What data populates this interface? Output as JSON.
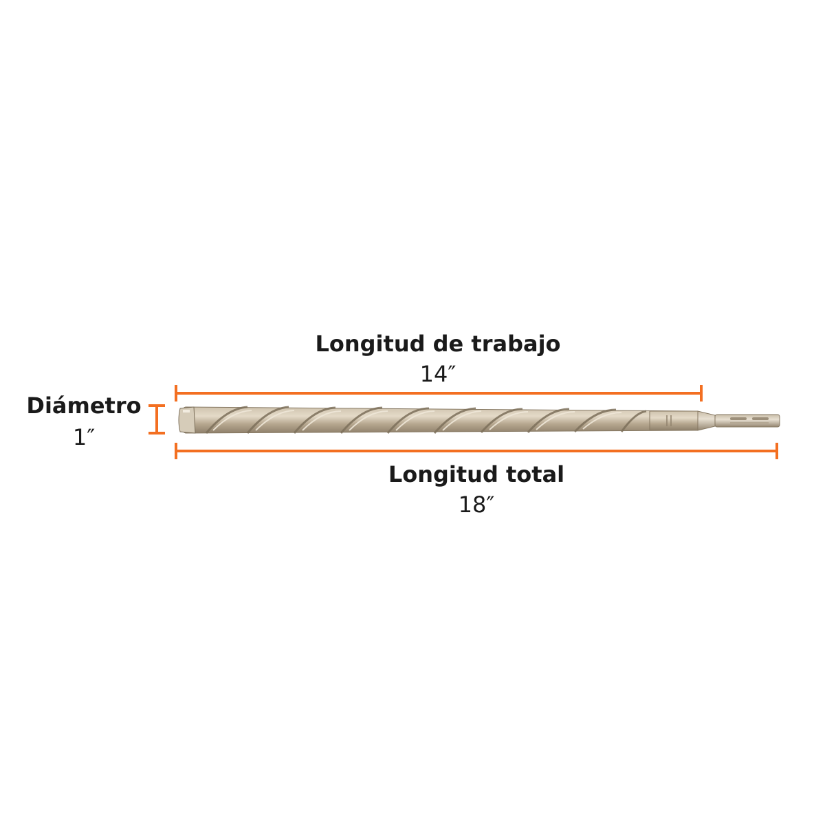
{
  "labels": {
    "working_length_title": "Longitud de trabajo",
    "working_length_value": "14″",
    "diameter_title": "Diámetro",
    "diameter_value": "1″",
    "total_length_title": "Longitud total",
    "total_length_value": "18″"
  },
  "colors": {
    "dimension_line": "#f36f21",
    "text": "#1a1a1a",
    "bit_body": "#b9ab95",
    "bit_shadow": "#8c7e69",
    "bit_highlight": "#ded3c0"
  },
  "icons": {
    "product": "sds-plus-masonry-drill-bit"
  }
}
